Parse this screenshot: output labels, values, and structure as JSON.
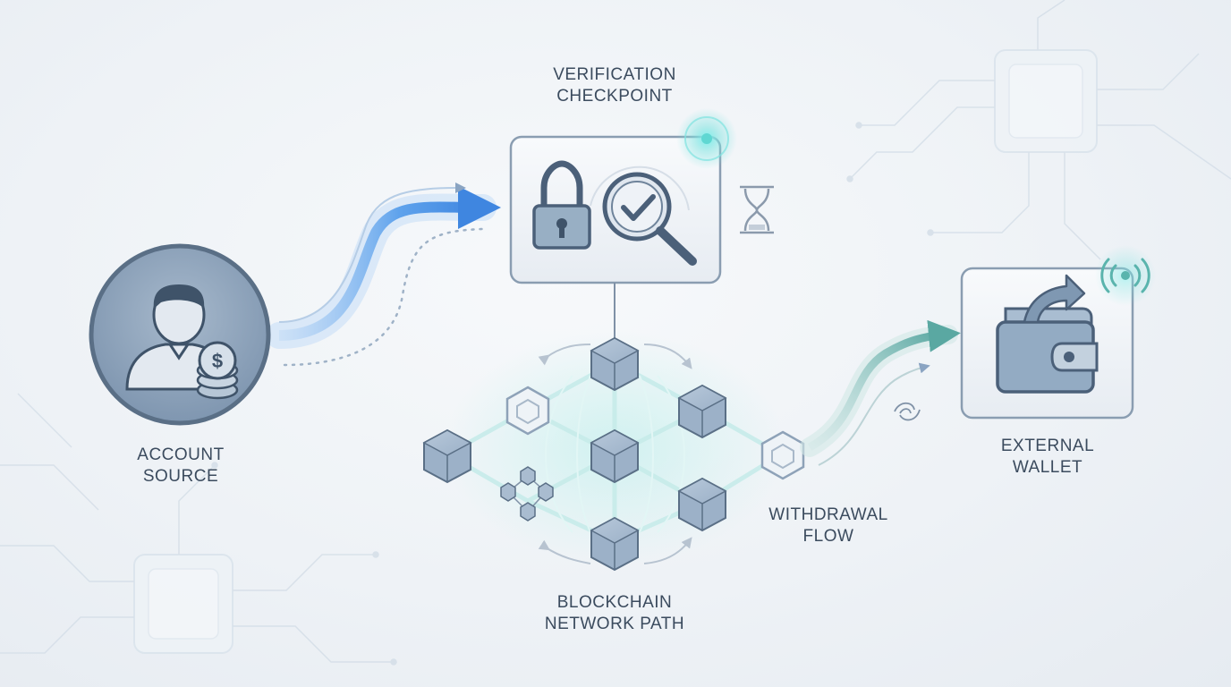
{
  "nodes": {
    "account_source": {
      "line1": "ACCOUNT",
      "line2": "SOURCE"
    },
    "verification_checkpoint": {
      "line1": "VERIFICATION",
      "line2": "CHECKPOINT"
    },
    "blockchain_network_path": {
      "line1": "BLOCKCHAIN",
      "line2": "NETWORK PATH"
    },
    "withdrawal_flow": {
      "line1": "WITHDRAWAL",
      "line2": "FLOW"
    },
    "external_wallet": {
      "line1": "EXTERNAL",
      "line2": "WALLET"
    }
  },
  "icons": {
    "account": "user-with-coins-icon",
    "checkpoint": [
      "padlock-icon",
      "magnifier-check-icon",
      "hourglass-icon",
      "signal-dot-icon"
    ],
    "network": "blockchain-cubes-icon",
    "wallet": [
      "wallet-icon",
      "outgoing-arrow-icon",
      "wireless-signal-icon"
    ]
  },
  "colors": {
    "primary_stroke": "#5a6f86",
    "node_fill": "#8fa6bf",
    "flow_blue": "#4d94e8",
    "flow_teal": "#5fb0a8",
    "glow": "#7fe3e0",
    "text": "#3b4b5e"
  }
}
